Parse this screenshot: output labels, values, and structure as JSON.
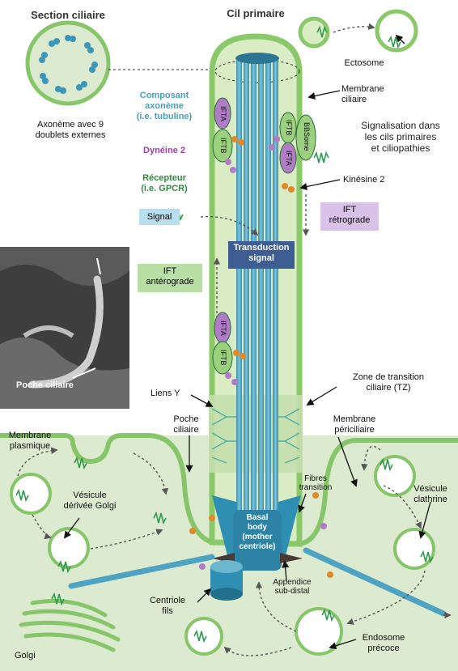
{
  "labels": {
    "section_title": "Section ciliaire",
    "cil_title": "Cil primaire",
    "axoneme": "Axonème avec 9\ndoublets externes",
    "ectosome": "Ectosome",
    "membrane_ciliaire": "Membrane\nciliaire",
    "signalisation": "Signalisation dans\nles cils primaires\net ciliopathies",
    "kinesine": "Kinésine 2",
    "ift_retro": "IFT\nrétrograde",
    "ift_antero": "IFT\nantérograde",
    "signal": "Signal",
    "transduction": "Transduction\nsignal",
    "liens_y": "Liens Y",
    "zone_transition": "Zone de transition\nciliaire (TZ)",
    "poche_ciliaire": "Poche\nciliaire",
    "poche_photo": "Poche ciliaire",
    "membrane_plasmique": "Membrane\nplasmique",
    "membrane_periciliaire": "Membrane\npériciliaire",
    "vesicule_golgi": "Vésicule\ndérivée Golgi",
    "vesicule_clathrine": "Vésicule\nclathrine",
    "fibres_transition": "Fibres\ntransition",
    "basal_body": "Basal\nbody\n(mother\ncentriole)",
    "appendice": "Appendice\nsub-distal",
    "centriole_fils": "Centriole\nfils",
    "endosome": "Endosome\nprécoce",
    "golgi": "Golgi"
  },
  "legend": {
    "composant": "Composant\naxonème\n(i.e. tubuline)",
    "dyneine": "Dynéine 2",
    "recepteur": "Récepteur\n(i.e. GPCR)"
  },
  "complexes": {
    "ifta": "IFTA",
    "iftb": "IFTB",
    "bbsome": "BBSome"
  },
  "colors": {
    "cilium_fill": "#d9ecc4",
    "cilium_stroke": "#8bc86a",
    "microtubule": "#4fa3c2",
    "receptor": "#3aa35a",
    "dynein": "#b07cc6",
    "kinesin": "#e08a2a",
    "legend_axoneme": "#4a9fb8",
    "legend_dynein": "#9a3fa8",
    "legend_receptor": "#2f8a3a",
    "transduction_box": "#3d5d93",
    "ift_antero_box": "#b9dfa7",
    "ift_retro_box": "#d9c2e8",
    "signal_box": "#b9dfee"
  }
}
